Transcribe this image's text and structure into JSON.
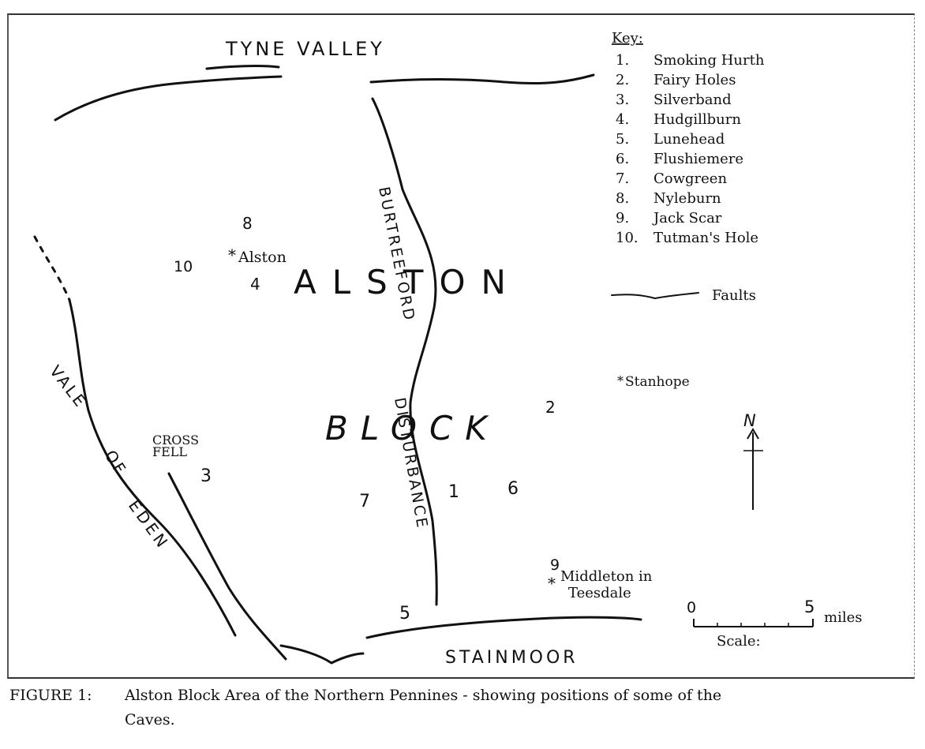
{
  "regions": {
    "tyne_valley": "TYNE VALLEY",
    "alston": "ALSTON",
    "block": "BLOCK",
    "vale_of_eden": [
      "VALE",
      "OF",
      "EDEN"
    ],
    "burtreeford": [
      "BURTREEFORD",
      "DISTURBANCE"
    ],
    "stainmoor": "STAINMOOR"
  },
  "towns": {
    "alston": "Alston",
    "cross_fell": [
      "CROSS",
      "FELL"
    ],
    "stanhope": "Stanhope",
    "middleton": [
      "Middleton in",
      "Teesdale"
    ]
  },
  "cave_markers": [
    "1",
    "2",
    "3",
    "4",
    "5",
    "6",
    "7",
    "8",
    "9",
    "10"
  ],
  "key": {
    "title": "Key:",
    "items": [
      {
        "num": "1.",
        "name": "Smoking Hurth"
      },
      {
        "num": "2.",
        "name": "Fairy Holes"
      },
      {
        "num": "3.",
        "name": "Silverband"
      },
      {
        "num": "4.",
        "name": "Hudgillburn"
      },
      {
        "num": "5.",
        "name": "Lunehead"
      },
      {
        "num": "6.",
        "name": "Flushiemere"
      },
      {
        "num": "7.",
        "name": "Cowgreen"
      },
      {
        "num": "8.",
        "name": "Nyleburn"
      },
      {
        "num": "9.",
        "name": "Jack Scar"
      },
      {
        "num": "10.",
        "name": "Tutman's Hole"
      }
    ],
    "faults_label": "Faults"
  },
  "north_arrow": "N",
  "scale": {
    "start": "0",
    "end": "5",
    "unit": "miles",
    "label": "Scale:"
  },
  "caption": {
    "figure": "FIGURE   1:",
    "line1": "Alston Block Area of the Northern Pennines - showing positions of some of the",
    "line2": "Caves."
  }
}
